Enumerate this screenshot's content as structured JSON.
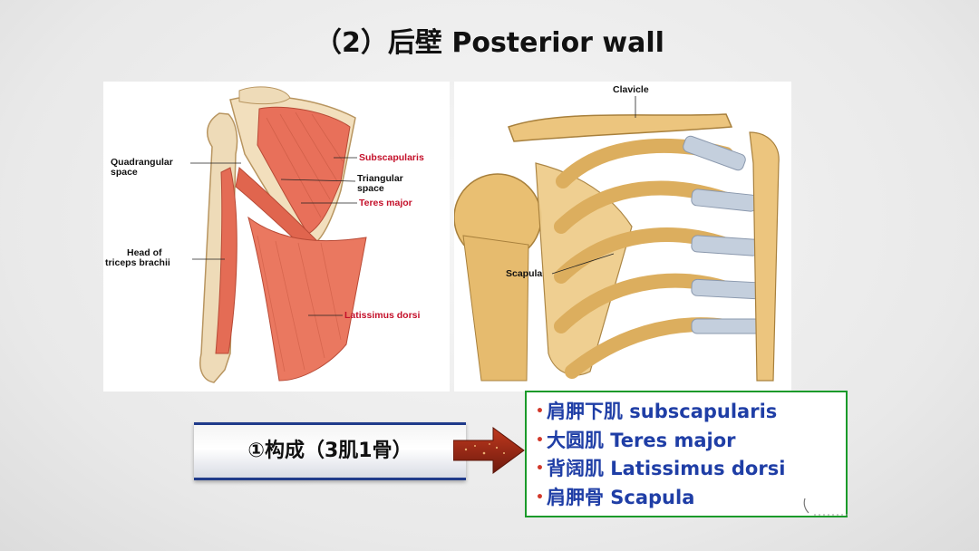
{
  "title": "（2）后壁 Posterior wall",
  "left_figure": {
    "labels": {
      "quadrangular_space": [
        "Quadrangular",
        "space"
      ],
      "subscapularis": "Subscapularis",
      "triangular_space": [
        "Triangular",
        "space"
      ],
      "teres_major": "Teres major",
      "head_of_triceps": [
        "Head of",
        "triceps brachii"
      ],
      "latissimus_dorsi": "Latissimus dorsi"
    }
  },
  "right_figure": {
    "labels": {
      "clavicle": "Clavicle",
      "scapula": "Scapula"
    }
  },
  "banner": {
    "text": "①构成（3肌1骨）"
  },
  "composition_list": [
    {
      "cn": "肩胛下肌",
      "en": "subscapularis"
    },
    {
      "cn": "大圆肌",
      "en": "Teres major"
    },
    {
      "cn": "背阔肌",
      "en": "Latissimus dorsi"
    },
    {
      "cn": "肩胛骨",
      "en": "Scapula"
    }
  ],
  "colors": {
    "list_text": "#1f3ea6",
    "list_border": "#1a9a2a",
    "bullet": "#d2392b",
    "muscle": "#e8705a",
    "bone": "#e8c27a",
    "label_red": "#c4102a"
  },
  "icons": [
    "arrow-right-icon"
  ]
}
